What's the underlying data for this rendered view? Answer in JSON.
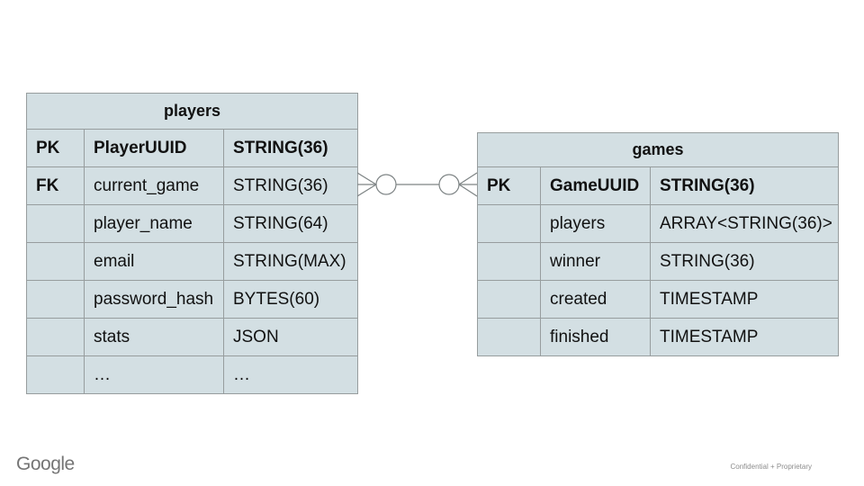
{
  "colors": {
    "slide_bg": "#ffffff",
    "table_fill": "#d3dfe3",
    "table_border": "#979d9e",
    "text": "#111111",
    "connector": "#7e8485",
    "logo": "#757575",
    "footer": "#8d8d8d"
  },
  "branding": {
    "logo_text": "Google",
    "footer_note": "Confidential + Proprietary"
  },
  "diagram": {
    "type": "entity-relationship",
    "relationship": {
      "from_table": "players",
      "from_row": "current_game",
      "to_table": "games",
      "to_row": "GameUUID",
      "notation": "crow's foot with optionality circles on both ends"
    },
    "tables": {
      "players": {
        "title": "players",
        "rows": [
          {
            "key": "PK",
            "name": "PlayerUUID",
            "type": "STRING(36)"
          },
          {
            "key": "FK",
            "name": "current_game",
            "type": "STRING(36)"
          },
          {
            "key": "",
            "name": "player_name",
            "type": "STRING(64)"
          },
          {
            "key": "",
            "name": "email",
            "type": "STRING(MAX)"
          },
          {
            "key": "",
            "name": "password_hash",
            "type": "BYTES(60)"
          },
          {
            "key": "",
            "name": "stats",
            "type": "JSON"
          },
          {
            "key": "",
            "name": "…",
            "type": "…"
          }
        ]
      },
      "games": {
        "title": "games",
        "rows": [
          {
            "key": "PK",
            "name": "GameUUID",
            "type": "STRING(36)"
          },
          {
            "key": "",
            "name": "players",
            "type": "ARRAY<STRING(36)>"
          },
          {
            "key": "",
            "name": "winner",
            "type": "STRING(36)"
          },
          {
            "key": "",
            "name": "created",
            "type": "TIMESTAMP"
          },
          {
            "key": "",
            "name": "finished",
            "type": "TIMESTAMP"
          }
        ]
      }
    }
  }
}
